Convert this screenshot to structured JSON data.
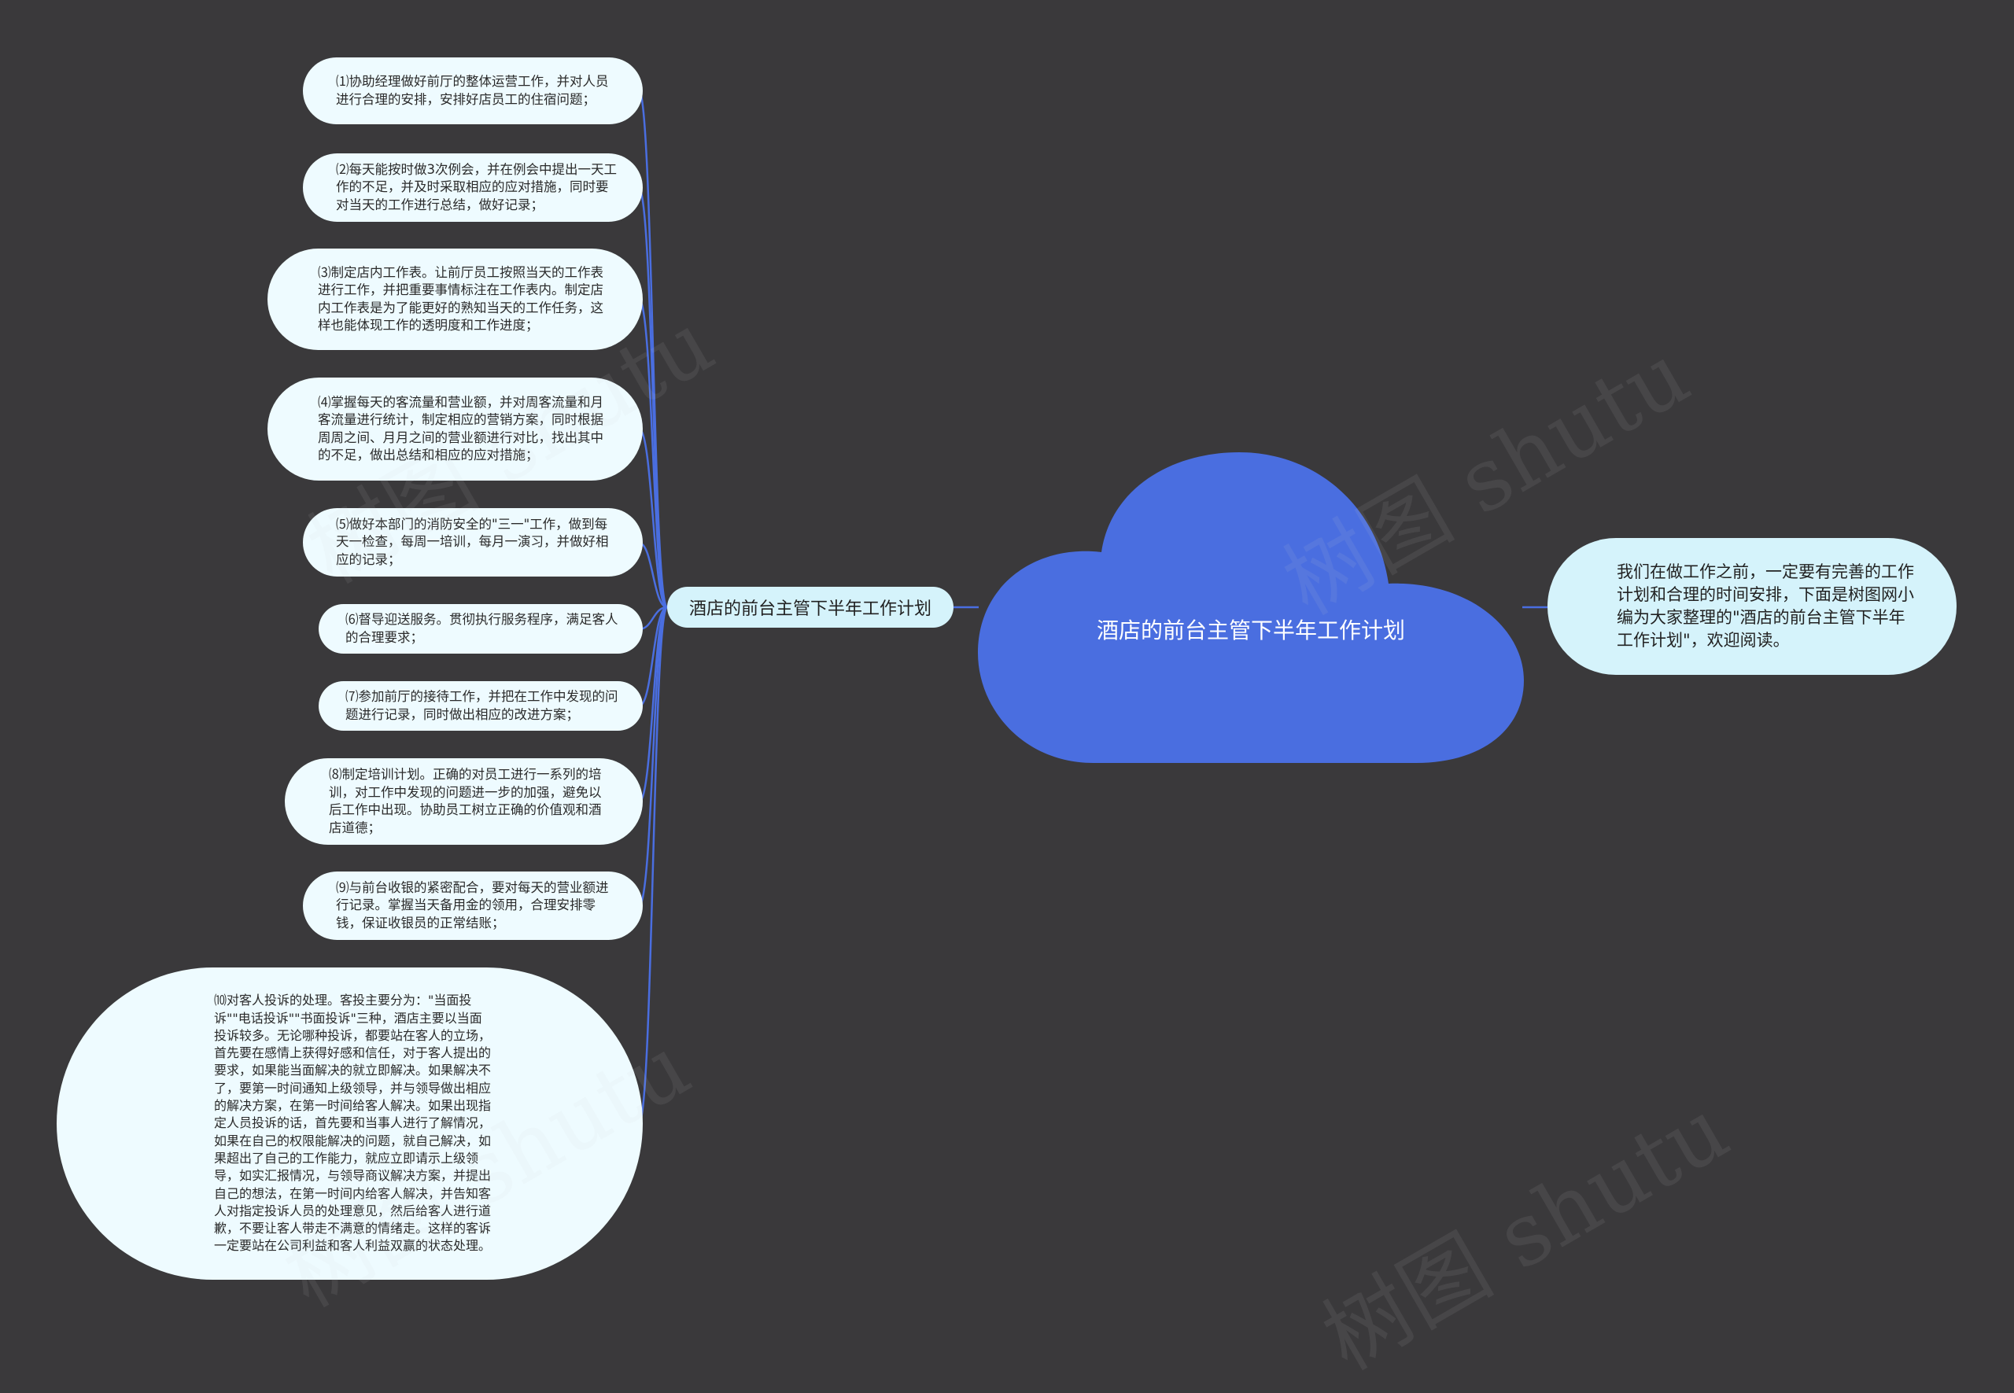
{
  "central": {
    "title": "酒店的前台主管下半年工作计划",
    "color": "#4a6ee0"
  },
  "branch": {
    "label": "酒店的前台主管下半年工作计划"
  },
  "summary": {
    "text": "我们在做工作之前，一定要有完善的工作计划和合理的时间安排，下面是树图网小编为大家整理的\"酒店的前台主管下半年工作计划\"，欢迎阅读。"
  },
  "leaves": [
    {
      "text": "⑴协助经理做好前厅的整体运营工作，并对人员进行合理的安排，安排好店员工的住宿问题；"
    },
    {
      "text": "⑵每天能按时做3次例会，并在例会中提出一天工作的不足，并及时采取相应的应对措施，同时要对当天的工作进行总结，做好记录；"
    },
    {
      "text": "⑶制定店内工作表。让前厅员工按照当天的工作表进行工作，并把重要事情标注在工作表内。制定店内工作表是为了能更好的熟知当天的工作任务，这样也能体现工作的透明度和工作进度；"
    },
    {
      "text": "⑷掌握每天的客流量和营业额，并对周客流量和月客流量进行统计，制定相应的营销方案，同时根据周周之间、月月之间的营业额进行对比，找出其中的不足，做出总结和相应的应对措施；"
    },
    {
      "text": "⑸做好本部门的消防安全的\"三一\"工作，做到每天一检查，每周一培训，每月一演习，并做好相应的记录；"
    },
    {
      "text": "⑹督导迎送服务。贯彻执行服务程序，满足客人的合理要求；"
    },
    {
      "text": "⑺参加前厅的接待工作，并把在工作中发现的问题进行记录，同时做出相应的改进方案；"
    },
    {
      "text": "⑻制定培训计划。正确的对员工进行一系列的培训，对工作中发现的问题进一步的加强，避免以后工作中出现。协助员工树立正确的价值观和酒店道德；"
    },
    {
      "text": "⑼与前台收银的紧密配合，要对每天的营业额进行记录。掌握当天备用金的领用，合理安排零钱，保证收银员的正常结账；"
    },
    {
      "text": "⑽对客人投诉的处理。客投主要分为：\"当面投诉\"\"电话投诉\"\"书面投诉\"三种，酒店主要以当面投诉较多。无论哪种投诉，都要站在客人的立场，首先要在感情上获得好感和信任，对于客人提出的要求，如果能当面解决的就立即解决。如果解决不了，要第一时间通知上级领导，并与领导做出相应的解决方案，在第一时间给客人解决。如果出现指定人员投诉的话，首先要和当事人进行了解情况，如果在自己的权限能解决的问题，就自己解决，如果超出了自己的工作能力，就应立即请示上级领导，如实汇报情况，与领导商议解决方案，并提出自己的想法，在第一时间内给客人解决，并告知客人对指定投诉人员的处理意见，然后给客人进行道歉，不要让客人带走不满意的情绪走。这样的客诉一定要站在公司利益和客人利益双赢的状态处理。"
    }
  ],
  "watermark": {
    "text": "树图 shutu"
  },
  "colors": {
    "background": "#3a393b",
    "connector": "#4a6ee0",
    "leaf_fill": "#eefbff",
    "branch_fill": "#d5f3fb"
  }
}
